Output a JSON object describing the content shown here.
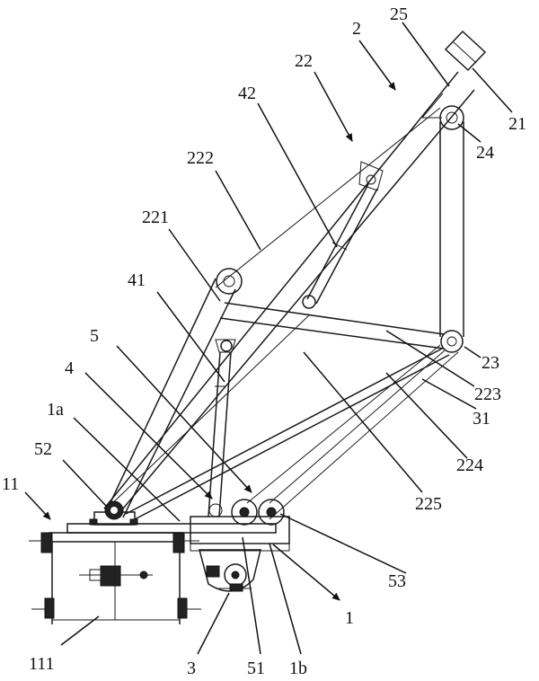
{
  "labels": {
    "l2": "2",
    "l25": "25",
    "l22": "22",
    "l21": "21",
    "l42": "42",
    "l24": "24",
    "l222": "222",
    "l221": "221",
    "l41": "41",
    "l5": "5",
    "l23": "23",
    "l4": "4",
    "l223": "223",
    "l31": "31",
    "l1a": "1a",
    "l224": "224",
    "l52": "52",
    "l11": "11",
    "l225": "225",
    "l53": "53",
    "l1": "1",
    "l111": "111",
    "l3": "3",
    "l51": "51",
    "l1b": "1b"
  }
}
